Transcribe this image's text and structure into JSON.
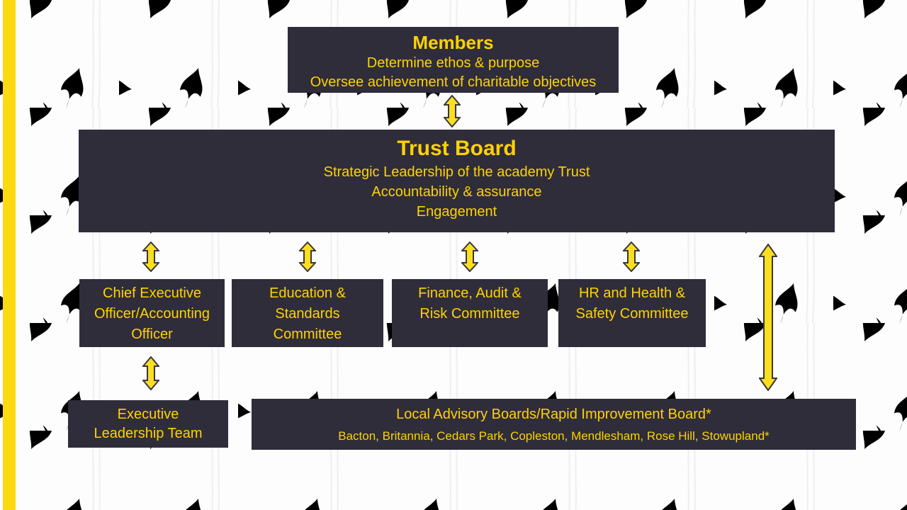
{
  "colors": {
    "box_bg": "#2f2d3a",
    "text_yellow": "#ffd203",
    "arrow_yellow": "#fbdf1e",
    "stripe_yellow": "#ffd90f",
    "arrow_outline": "#39373f"
  },
  "org_chart": {
    "members": {
      "title": "Members",
      "lines": [
        "Determine ethos & purpose",
        "Oversee achievement of charitable objectives"
      ]
    },
    "trust_board": {
      "title": "Trust Board",
      "lines": [
        "Strategic Leadership of the academy Trust",
        "Accountability & assurance",
        "Engagement"
      ]
    },
    "committees": [
      {
        "label": "Chief Executive\nOfficer/Accounting\nOfficer"
      },
      {
        "label": "Education &\nStandards\nCommittee"
      },
      {
        "label": "Finance, Audit &\nRisk Committee"
      },
      {
        "label": "HR and Health &\nSafety Committee"
      }
    ],
    "executive_leadership_team": {
      "label": "Executive\nLeadership Team"
    },
    "local_advisory_boards": {
      "title": "Local Advisory Boards/Rapid Improvement Board*",
      "schools": "Bacton, Britannia, Cedars Park, Copleston, Mendlesham, Rose Hill, Stowupland*"
    }
  }
}
